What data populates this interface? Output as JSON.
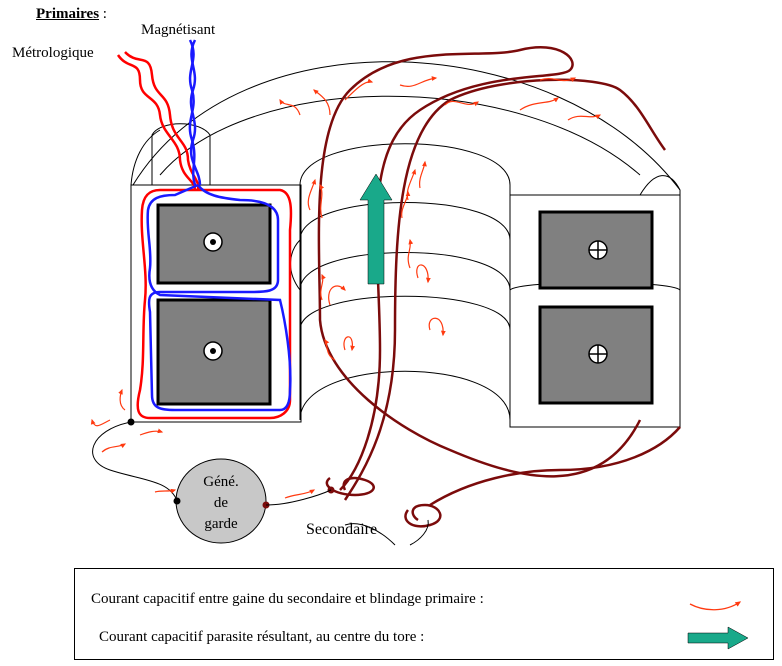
{
  "labels": {
    "primaires": "Primaires",
    "primaires_colon": " :",
    "magnetisant": "Magnétisant",
    "metrologique": "Métrologique",
    "secondaire": "Secondaire",
    "generator_line1": "Géné.",
    "generator_line2": "de",
    "generator_line3": "garde"
  },
  "legend": {
    "item1": "Courant capacitif entre gaine du secondaire et blindage primaire :",
    "item2": "Courant capacitif parasite résultant, au centre du tore :"
  },
  "colors": {
    "red": "#ff0000",
    "blue": "#1a1aff",
    "dark_red": "#7b0b0b",
    "arrow_orange": "#ff3a10",
    "teal": "#19a98a",
    "gray_box": "#808080",
    "generator_fill": "#c8c8c8"
  },
  "icons": {
    "dot_symbol": "current-out-of-page-icon",
    "plus_symbol": "current-into-page-icon"
  }
}
